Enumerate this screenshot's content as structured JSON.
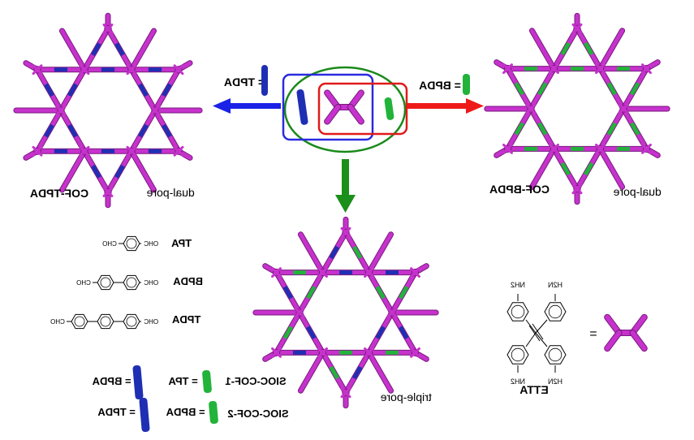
{
  "colors": {
    "framework": "#c632cc",
    "framework_dark": "#7a1a80",
    "tpda": "#1f2fb4",
    "bpda": "#22b33a",
    "arrow_left": "#1a22e6",
    "arrow_right": "#ee1a1a",
    "arrow_down": "#1a8f1a",
    "box_blue": "#2a2ae0",
    "box_red": "#e01a1a",
    "ellipse_green": "#1a8a1a"
  },
  "labels": {
    "cof_tpda": "COF-TPDA",
    "dual_pore_left": "dual-pore",
    "cof_bpda": "COF-BPDA",
    "dual_pore_right": "dual-pore",
    "triple_pore": "triple-pore",
    "eq_tpda": "= TPDA",
    "eq_bpda": "= BPDA",
    "etta": "ETTA",
    "etta_equals": "=",
    "nh2": "NH2",
    "h2n": "H2N"
  },
  "linkers": {
    "tpa": "TPA",
    "bpda": "BPDA",
    "tpda": "TPDA",
    "cho": "CHO",
    "ohc": "OHC"
  },
  "legend": {
    "sioc1_name": "SIOC-COF-1",
    "sioc1_a": "= TPA",
    "sioc1_b": "= BPDA",
    "sioc2_name": "SIOC-COF-2",
    "sioc2_a": "= BPDA",
    "sioc2_b": "= TPDA"
  }
}
